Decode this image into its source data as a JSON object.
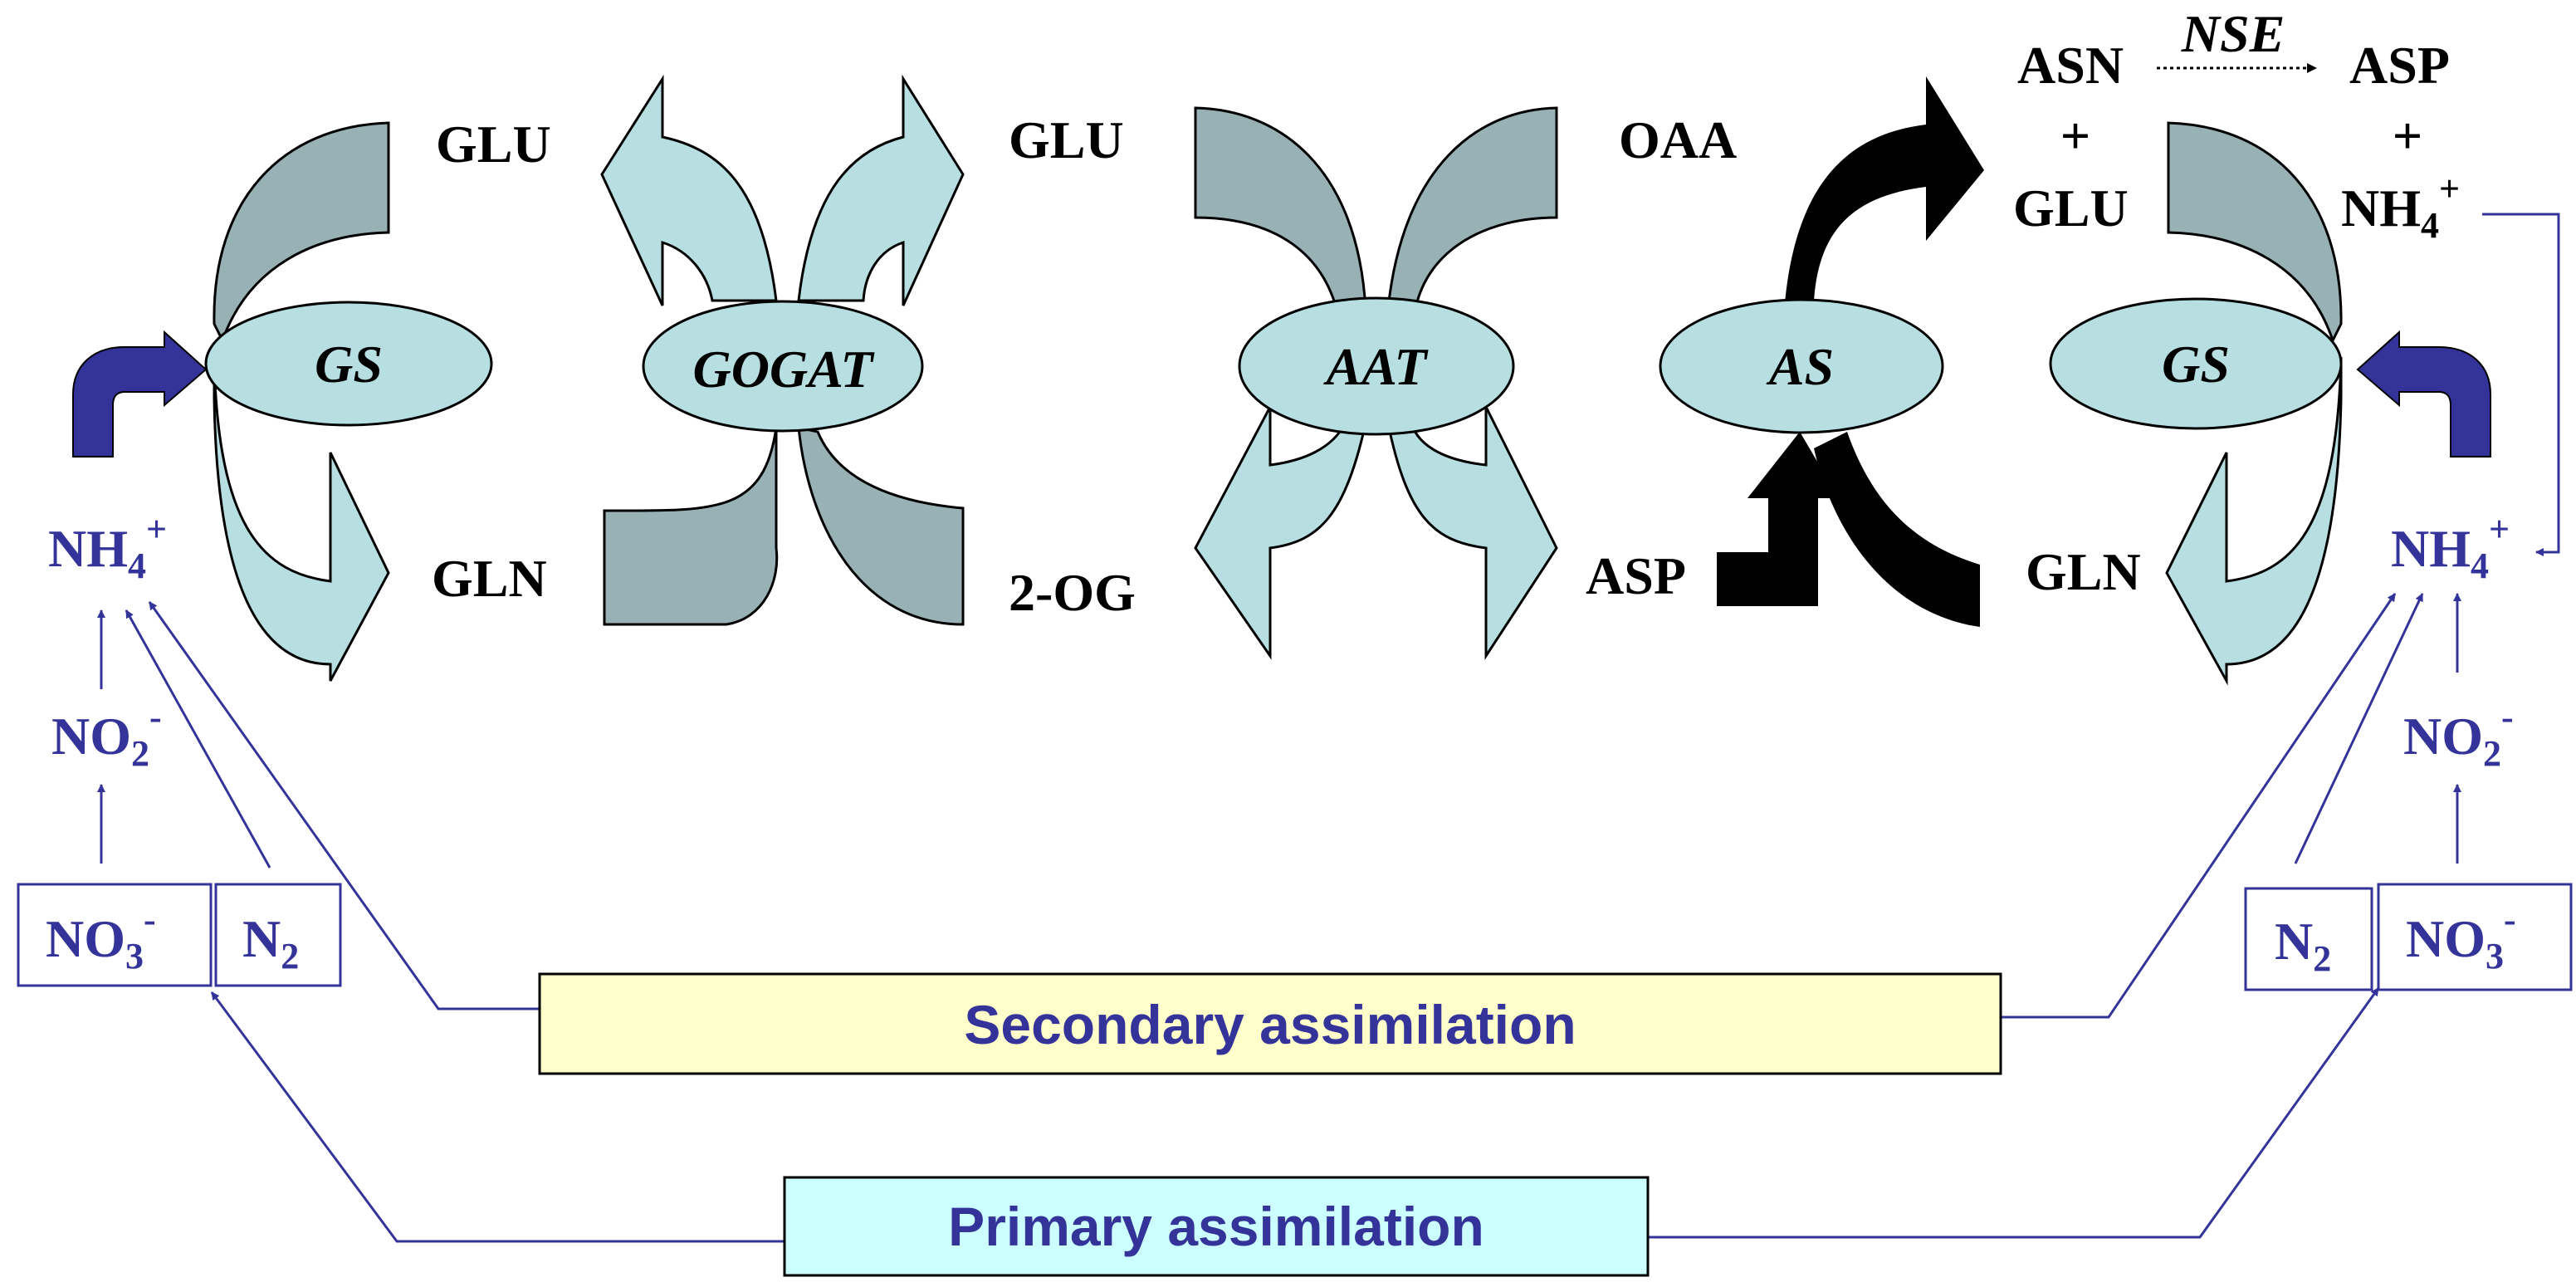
{
  "enzymes": {
    "gs_left": "GS",
    "gogat": "GOGAT",
    "aat": "AAT",
    "as": "AS",
    "gs_right": "GS",
    "nse": "NSE"
  },
  "metabolites": {
    "glu_left": "GLU",
    "gln_left": "GLN",
    "glu_mid": "GLU",
    "og": "2-OG",
    "oaa": "OAA",
    "asp_mid": "ASP",
    "asn": "ASN",
    "plus_1": "+",
    "glu_right": "GLU",
    "asp_right": "ASP",
    "plus_2": "+",
    "gln_right": "GLN"
  },
  "inorganic": {
    "nh4": "NH",
    "nh4_sub": "4",
    "nh4_sup": "+",
    "no2": "NO",
    "no2_sub": "2",
    "no2_sup": "-",
    "no3": "NO",
    "no3_sub": "3",
    "no3_sup": "-",
    "n2": "N",
    "n2_sub": "2"
  },
  "processes": {
    "secondary": "Secondary assimilation",
    "primary": "Primary assimilation"
  },
  "colors": {
    "pale_arrow": "#b7dee1",
    "dark_arrow": "#97b1b4",
    "blue": "#33339a",
    "secondary_box": "#ffffcc",
    "primary_box": "#ccffff"
  }
}
